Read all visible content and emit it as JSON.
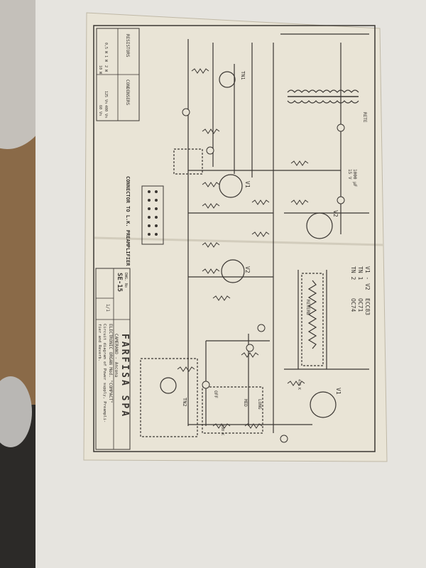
{
  "title_block": {
    "company": "FARFISA SPA",
    "location": "CAMERANO - Ancona",
    "product": "ELECTRONIC ORGAN Mod. \"COMPACT\"",
    "description_line1": "Circuit diagram of Power supply, Preampli-",
    "description_line2": "fier and Reverb.",
    "dwg_label": "DWG. No",
    "dwg_number": "SE-15",
    "sheet": "1/1"
  },
  "legend": {
    "resistors_label": "RESISTORS",
    "condensers_label": "CONDENSERS",
    "resistor_ratings": [
      "0,5 W",
      "1 W",
      "2 W",
      "10 W"
    ],
    "condenser_ratings": [
      "125 Vn",
      "400 Vn",
      "60 Vn"
    ]
  },
  "connector_label": "CONNECTOR TO L.K. PREAMPLIFIER",
  "tube_list": [
    {
      "ref": "V1 - V2",
      "type": "ECC83"
    },
    {
      "ref": "TN 1",
      "type": "OC71"
    },
    {
      "ref": "TN 2",
      "type": "OC74"
    }
  ],
  "schematic_labels": {
    "v1": "V1",
    "v2": "V2",
    "tn1": "TN1",
    "tn2": "TN2",
    "reverb": "REVERB",
    "rete": "RETE",
    "long": "LONG",
    "med": "MED",
    "off": "OFF",
    "cap_1000": "1000 µF",
    "cap_1000_rating": "15 V",
    "r_470k": "470 K",
    "r_100k": "100 K"
  },
  "colors": {
    "paper": "#e9e4d6",
    "ink": "#3a3632",
    "table": "#e6e4df",
    "fur": "#c4c0ba",
    "floor": "#8a6a48"
  }
}
